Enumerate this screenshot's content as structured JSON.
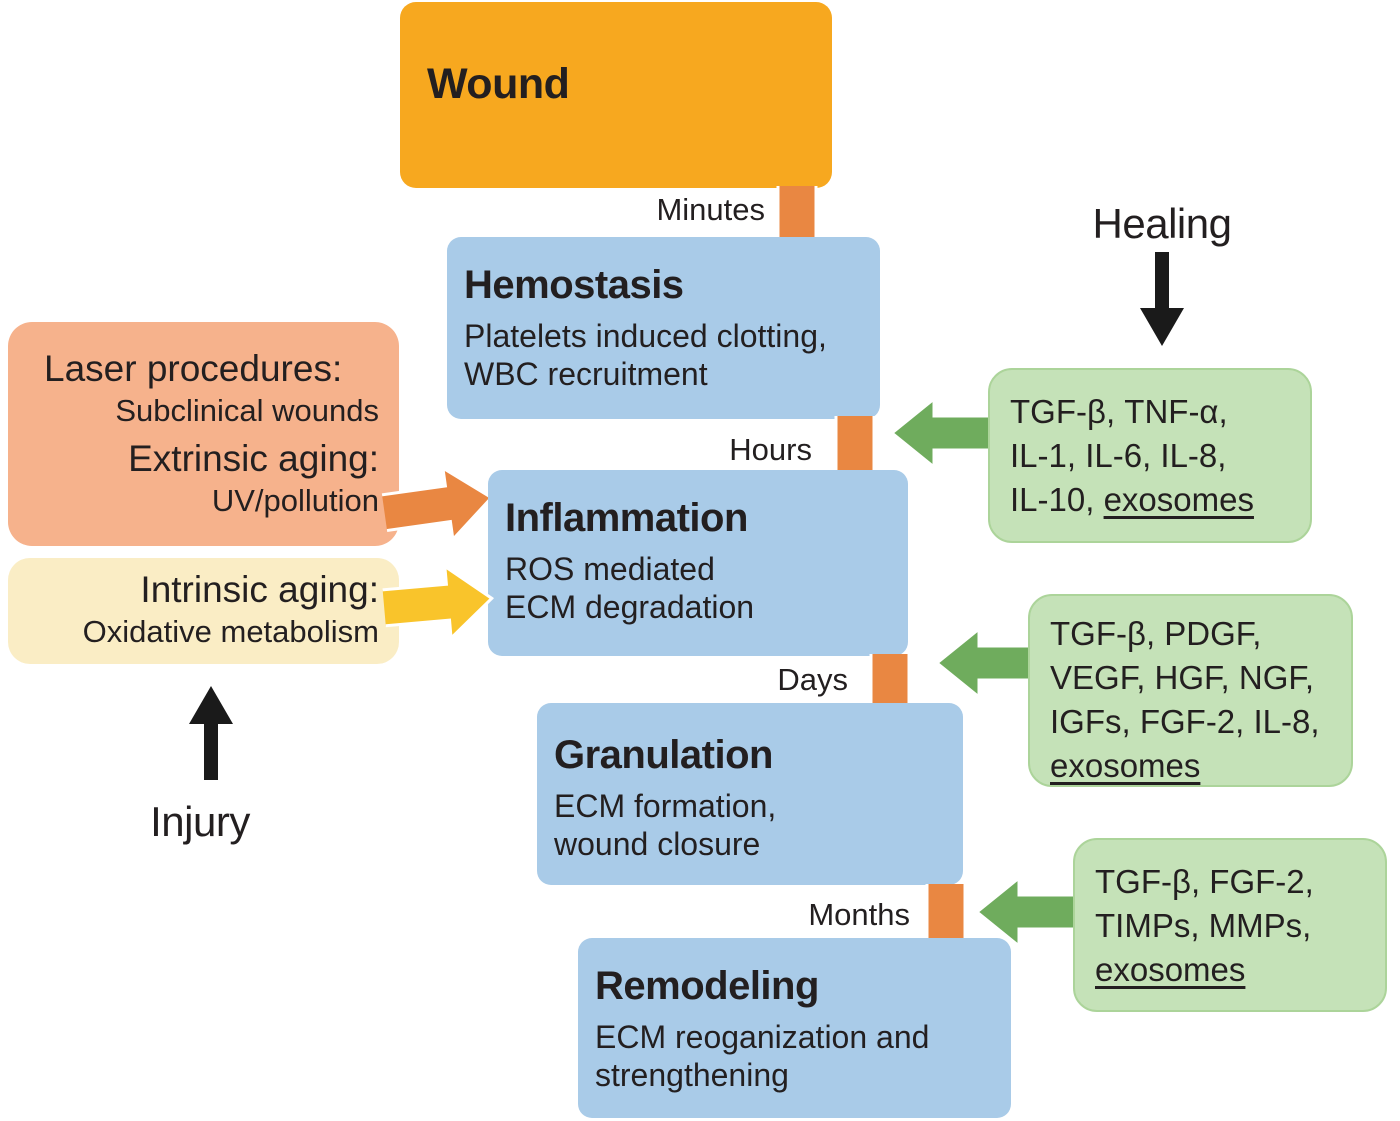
{
  "labels": {
    "healing": "Healing",
    "injury": "Injury",
    "minutes": "Minutes",
    "hours": "Hours",
    "days": "Days",
    "months": "Months"
  },
  "stages": {
    "wound": {
      "title": "Wound"
    },
    "hemostasis": {
      "title": "Hemostasis",
      "line1": "Platelets induced clotting,",
      "line2": "WBC recruitment"
    },
    "inflammation": {
      "title": "Inflammation",
      "line1": "ROS mediated",
      "line2": "ECM degradation"
    },
    "granulation": {
      "title": "Granulation",
      "line1": "ECM formation,",
      "line2": "wound closure"
    },
    "remodeling": {
      "title": "Remodeling",
      "line1": "ECM reoganization and",
      "line2": "strengthening"
    }
  },
  "inputs": {
    "laser": {
      "heading1": "Laser procedures:",
      "sub1": "Subclinical wounds",
      "heading2": "Extrinsic aging:",
      "sub2": "UV/pollution"
    },
    "intrinsic": {
      "heading": "Intrinsic aging:",
      "sub": "Oxidative metabolism"
    }
  },
  "mediators": {
    "m1": {
      "line1": "TGF-β, TNF-α,",
      "line2": "IL-1, IL-6, IL-8,",
      "line3_prefix": "IL-10, ",
      "underlined": "exosomes"
    },
    "m2": {
      "line1": "TGF-β, PDGF,",
      "line2": "VEGF, HGF, NGF,",
      "line3": "IGFs, FGF-2, IL-8,",
      "underlined": "exosomes"
    },
    "m3": {
      "line1": "TGF-β, FGF-2,",
      "line2": "TIMPs, MMPs,",
      "underlined": "exosomes"
    }
  },
  "colors": {
    "wound_orange": "#F7A81F",
    "stage_blue": "#A9CBE8",
    "laser_salmon": "#F6B28C",
    "intrinsic_cream": "#FAEDC5",
    "mediator_green": "#C5E2B8",
    "mediator_green_border": "#ACD49A",
    "arrow_orange": "#E98742",
    "arrow_yellow": "#F9C42B",
    "arrow_green": "#6FAC5D",
    "arrow_black": "#1A1A1A",
    "text_dark": "#231F20"
  }
}
